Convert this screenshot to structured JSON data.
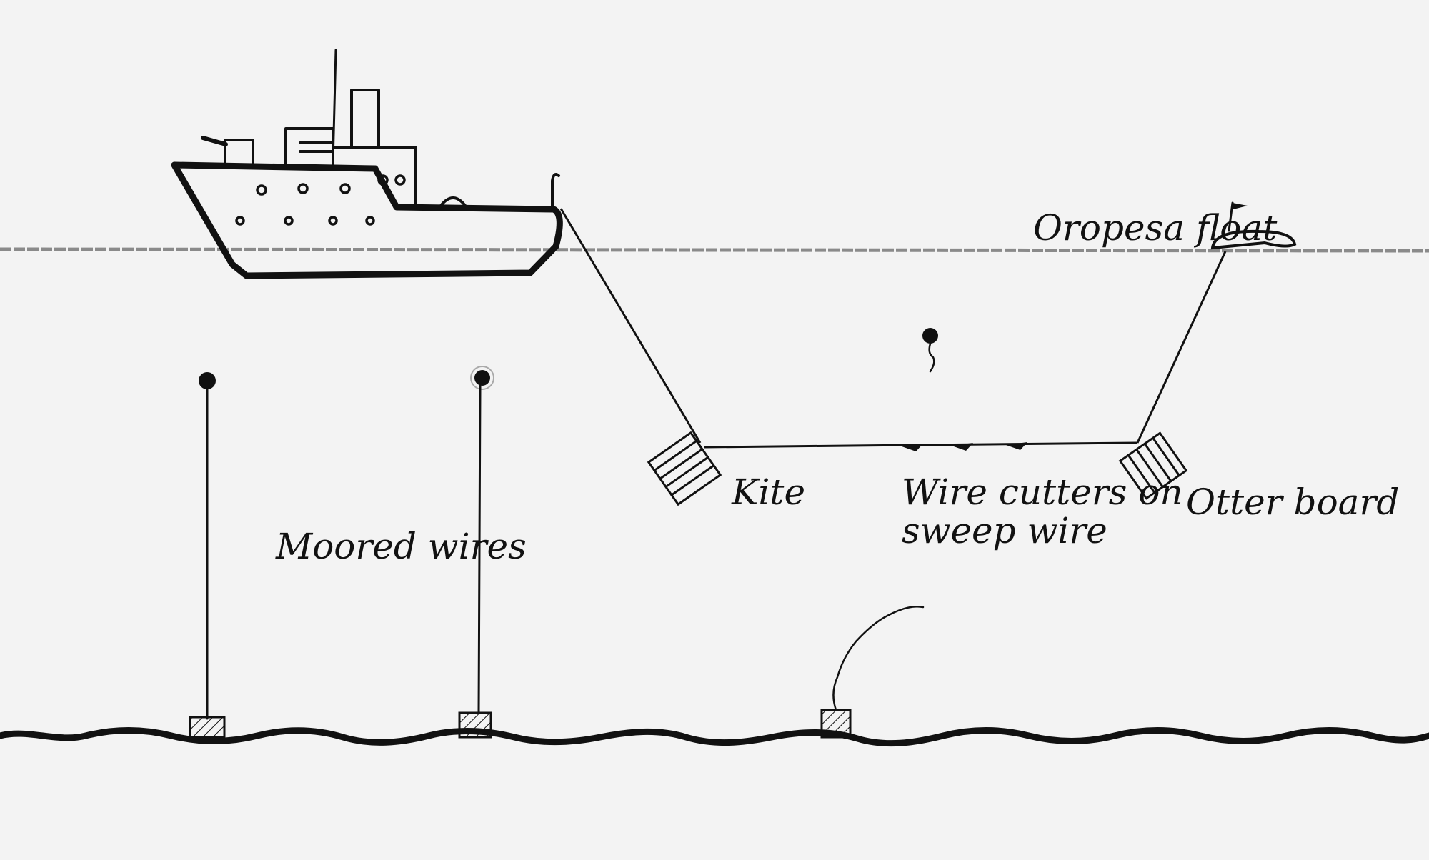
{
  "labels": {
    "float": "Oropesa float",
    "kite": "Kite",
    "cutters": [
      "Wire cutters on",
      "sweep wire"
    ],
    "otter": "Otter board",
    "moored": "Moored wires"
  },
  "colors": {
    "ink": "#111111",
    "paper": "#f3f3f3",
    "waterline": "#8a8a8a"
  }
}
